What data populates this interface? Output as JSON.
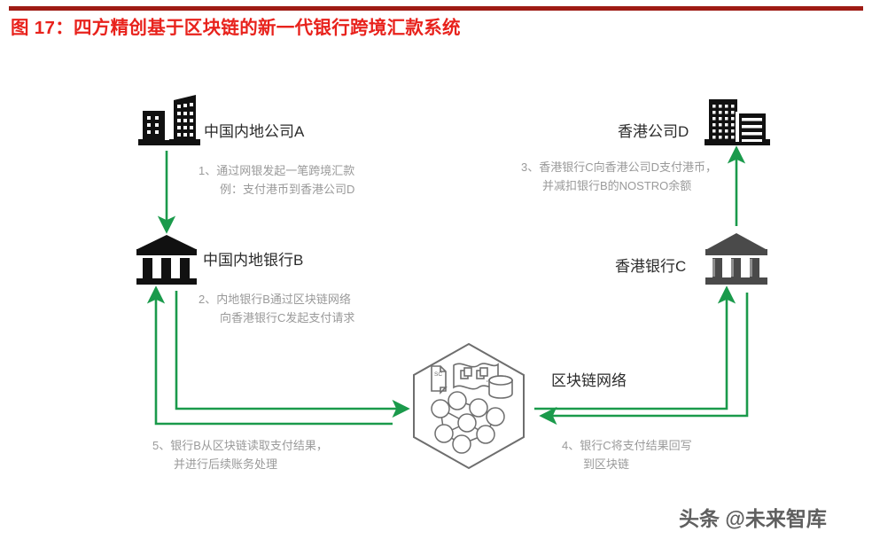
{
  "header": {
    "title": "图 17：四方精创基于区块链的新一代银行跨境汇款系统",
    "rule_color": "#9e1b14",
    "title_color": "#e8221c"
  },
  "colors": {
    "arrow_green": "#1a9a4b",
    "icon_black": "#111111",
    "icon_gray": "#4a4a4a",
    "hex_outline": "#6e6e6e",
    "step_text": "#9a9a9a",
    "node_label": "#2b2b2b"
  },
  "nodes": [
    {
      "id": "company-a",
      "label": "中国内地公司A",
      "icon": "office-buildings-icon"
    },
    {
      "id": "bank-b",
      "label": "中国内地银行B",
      "icon": "bank-building-icon"
    },
    {
      "id": "company-d",
      "label": "香港公司D",
      "icon": "office-buildings-icon"
    },
    {
      "id": "bank-c",
      "label": "香港银行C",
      "icon": "bank-building-icon"
    },
    {
      "id": "blockchain",
      "label": "区块链网络",
      "icon": "blockchain-hexagon-icon"
    }
  ],
  "steps": [
    {
      "num": "1",
      "line1": "1、通过网银发起一笔跨境汇款",
      "line2": "例：支付港币到香港公司D"
    },
    {
      "num": "2",
      "line1": "2、内地银行B通过区块链网络",
      "line2": "向香港银行C发起支付请求"
    },
    {
      "num": "3",
      "line1": "3、香港银行C向香港公司D支付港币，",
      "line2": "并减扣银行B的NOSTRO余额"
    },
    {
      "num": "4",
      "line1": "4、银行C将支付结果回写",
      "line2": "到区块链"
    },
    {
      "num": "5",
      "line1": "5、银行B从区块链读取支付结果，",
      "line2": "并进行后续账务处理"
    }
  ],
  "blockchain_icons": {
    "smart_contract_label": "SC",
    "items": [
      "smart-contract-doc-icon",
      "ledger-banner-icon",
      "database-cylinder-icon",
      "peer-network-icon"
    ]
  },
  "watermark": {
    "text": "头条 @未来智库"
  }
}
